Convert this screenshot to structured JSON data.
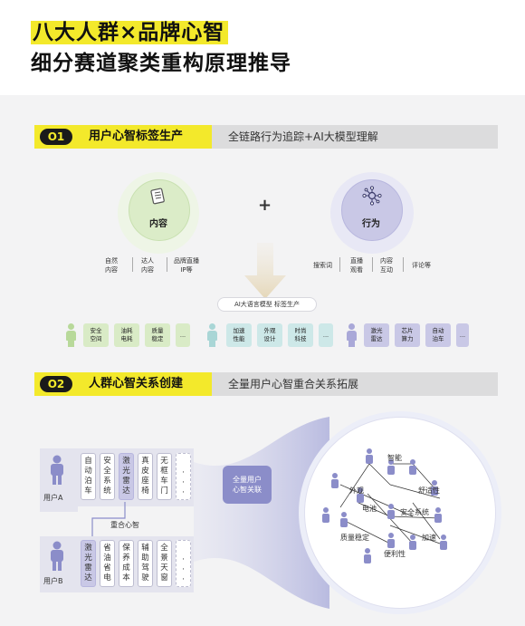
{
  "header": {
    "title_part1": "八大人群×品牌心智",
    "title_part2": "细分赛道聚类重构原理推导"
  },
  "section1": {
    "badge": "O1",
    "title": "用户心智标签生产",
    "subtitle": "全链路行为追踪+AI大模型理解",
    "plus": "+",
    "content_circle": {
      "label": "内容",
      "icon": "document-icon",
      "sources": [
        "自然\n内容",
        "达人\n内容",
        "品牌直播\nIP等"
      ]
    },
    "behavior_circle": {
      "label": "行为",
      "icon": "network-icon",
      "sources": [
        "搜索词",
        "直播\n观看",
        "内容\n互动",
        "评论等"
      ]
    },
    "ai_pill": "AI大语言模型 标签生产",
    "tag_groups": [
      {
        "color": "green",
        "tags": [
          "安全\n空间",
          "油耗\n电耗",
          "质量\n稳定",
          "..."
        ]
      },
      {
        "color": "teal",
        "tags": [
          "加速\n性能",
          "外观\n设计",
          "时尚\n科技",
          "..."
        ]
      },
      {
        "color": "purple",
        "tags": [
          "激光\n雷达",
          "芯片\n算力",
          "自动\n泊车",
          "..."
        ]
      }
    ]
  },
  "section2": {
    "badge": "O2",
    "title": "人群心智关系创建",
    "subtitle": "全量用户心智重合关系拓展",
    "userA": {
      "label": "用户A",
      "cols": [
        "自动泊车",
        "安全系统",
        "激光雷达",
        "真皮座椅",
        "无框车门",
        "..."
      ]
    },
    "userB": {
      "label": "用户B",
      "cols": [
        "激光雷达",
        "省油省电",
        "保养成本",
        "辅助驾驶",
        "全景天窗",
        "..."
      ]
    },
    "overlap_label": "重合心智",
    "center_box": "全量用户\n心智关联",
    "network_nodes": [
      "智能",
      "外观",
      "舒适性",
      "电池",
      "安全系统",
      "质量稳定",
      "加速",
      "便利性"
    ]
  },
  "colors": {
    "yellow": "#f3e92b",
    "green": "#d9ebc6",
    "teal": "#cde8e8",
    "purple": "#c9c8e6",
    "accent_purple": "#8b8dc9"
  }
}
